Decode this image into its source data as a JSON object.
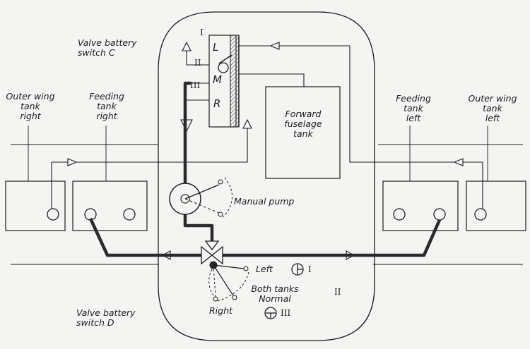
{
  "labels": {
    "valve_battery_switch_c": "Valve battery\nswitch C",
    "valve_battery_switch_d": "Valve battery\nswitch D",
    "outer_wing_tank_right": "Outer wing\ntank\nright",
    "feeding_tank_right": "Feeding\ntank\nright",
    "feeding_tank_left": "Feeding\ntank\nleft",
    "outer_wing_tank_left": "Outer wing\ntank\nleft",
    "forward_fuselage_tank": "Forward\nfuselage\ntank",
    "manual_pump": "Manual pump",
    "left": "Left",
    "right": "Right",
    "both_tanks_normal": "Both tanks\nNormal"
  },
  "switch_letters": {
    "l": "L",
    "m": "M",
    "r": "R"
  },
  "switch_positions": {
    "i": "I",
    "ii": "II",
    "iii": "III"
  },
  "selector_positions": {
    "i": "I",
    "ii": "II",
    "iii": "III"
  },
  "colors": {
    "ink": "#1c1c1c",
    "paper": "#f4f4f2",
    "hatch": "#555555"
  }
}
